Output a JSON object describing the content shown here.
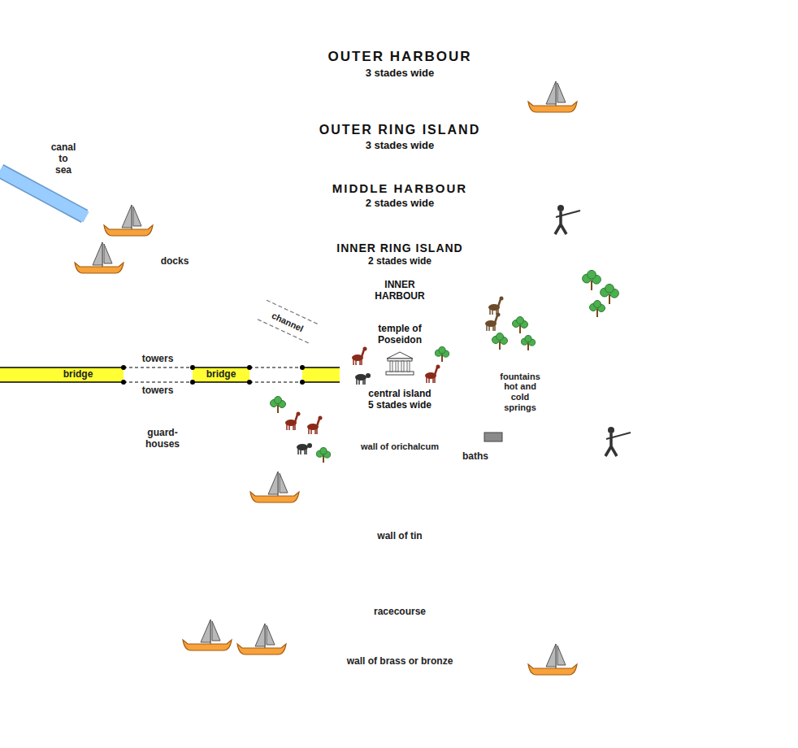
{
  "diagram": {
    "nodes": [
      {
        "text": [
          "OUTER HARBOUR",
          "3 stades wide"
        ]
      },
      {
        "text": [
          "OUTER RING ISLAND",
          "3 stades wide"
        ],
        "in": 0
      },
      {
        "text": [
          "MIDDLE HARBOUR",
          "2 stades wide"
        ],
        "in": 1
      },
      {
        "text": [
          "INNER RING ISLAND",
          "2 stades wide"
        ],
        "in": 2
      },
      {
        "text": [
          "INNER HARBOUR"
        ],
        "in": 3
      },
      {
        "text": [
          "temple of Poseidon",
          "central island 5 stades wide"
        ],
        "in": 4
      }
    ],
    "labels": [
      "canal to sea",
      "docks",
      "channel",
      "bridge",
      "towers",
      "bridge",
      "towers",
      "guard-houses",
      "fountains hot and cold springs",
      "baths",
      "wall of orichalcum",
      "wall of tin",
      "racecourse",
      "wall of brass or bronze"
    ]
  }
}
